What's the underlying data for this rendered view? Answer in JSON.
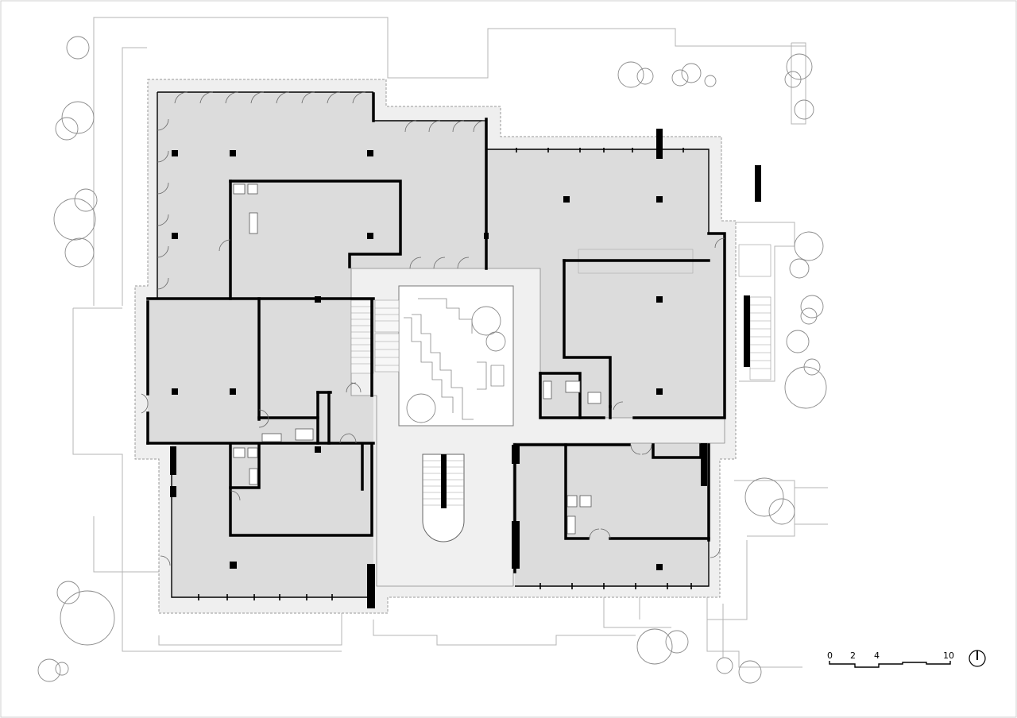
{
  "drawing": {
    "type": "architectural floor plan"
  },
  "scale_bar": {
    "labels": [
      "0",
      "2",
      "4",
      "10"
    ],
    "values_m": [
      0,
      2,
      4,
      10
    ]
  },
  "north_arrow": {
    "icon": "north-arrow-icon"
  },
  "colors": {
    "floor_fill": "#dcdcdc",
    "circulation_fill": "#f0f0f0",
    "wall": "#000000",
    "site_line": "#b4b4b4",
    "background": "#ffffff"
  }
}
